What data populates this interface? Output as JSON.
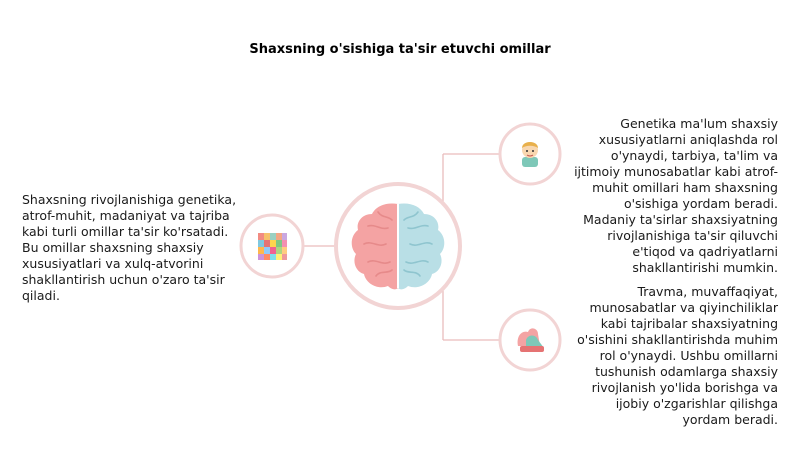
{
  "title": "Shaxsning o'sishiga ta'sir etuvchi omillar",
  "left_text": "Shaxsning rivojlanishiga genetika, atrof-muhit, madaniyat va tajriba kabi turli omillar ta'sir ko'rsatadi. Bu omillar shaxsning shaxsiy xususiyatlari va xulq-atvorini shakllantirish uchun o'zaro ta'sir qiladi.",
  "right_top_text": "Genetika ma'lum shaxsiy xususiyatlarni aniqlashda rol o'ynaydi, tarbiya, ta'lim va ijtimoiy munosabatlar kabi atrof-muhit omillari ham shaxsning o'sishiga yordam beradi. Madaniy ta'sirlar shaxsiyatning rivojlanishiga ta'sir qiluvchi e'tiqod va qadriyatlarni shakllantirishi mumkin.",
  "right_bottom_text": "Travma, muvaffaqiyat, munosabatlar va qiyinchiliklar kabi tajribalar shaxsiyatning o'sishini shakllantirishda muhim rol o'ynaydi. Ushbu omillarni tushunish odamlarga shaxsiy rivojlanish yo'lida borishga va ijobiy o'zgarishlar qilishga yordam beradi.",
  "icons": {
    "center": "brain-icon",
    "left": "color-blocks-icon",
    "top_right": "child-face-icon",
    "bottom_right": "hands-together-icon"
  },
  "colors": {
    "circle_stroke": "#f2d4d4",
    "connector": "#e9bcbc",
    "brain_left": "#f4a3a3",
    "brain_right": "#b9dfe6"
  }
}
